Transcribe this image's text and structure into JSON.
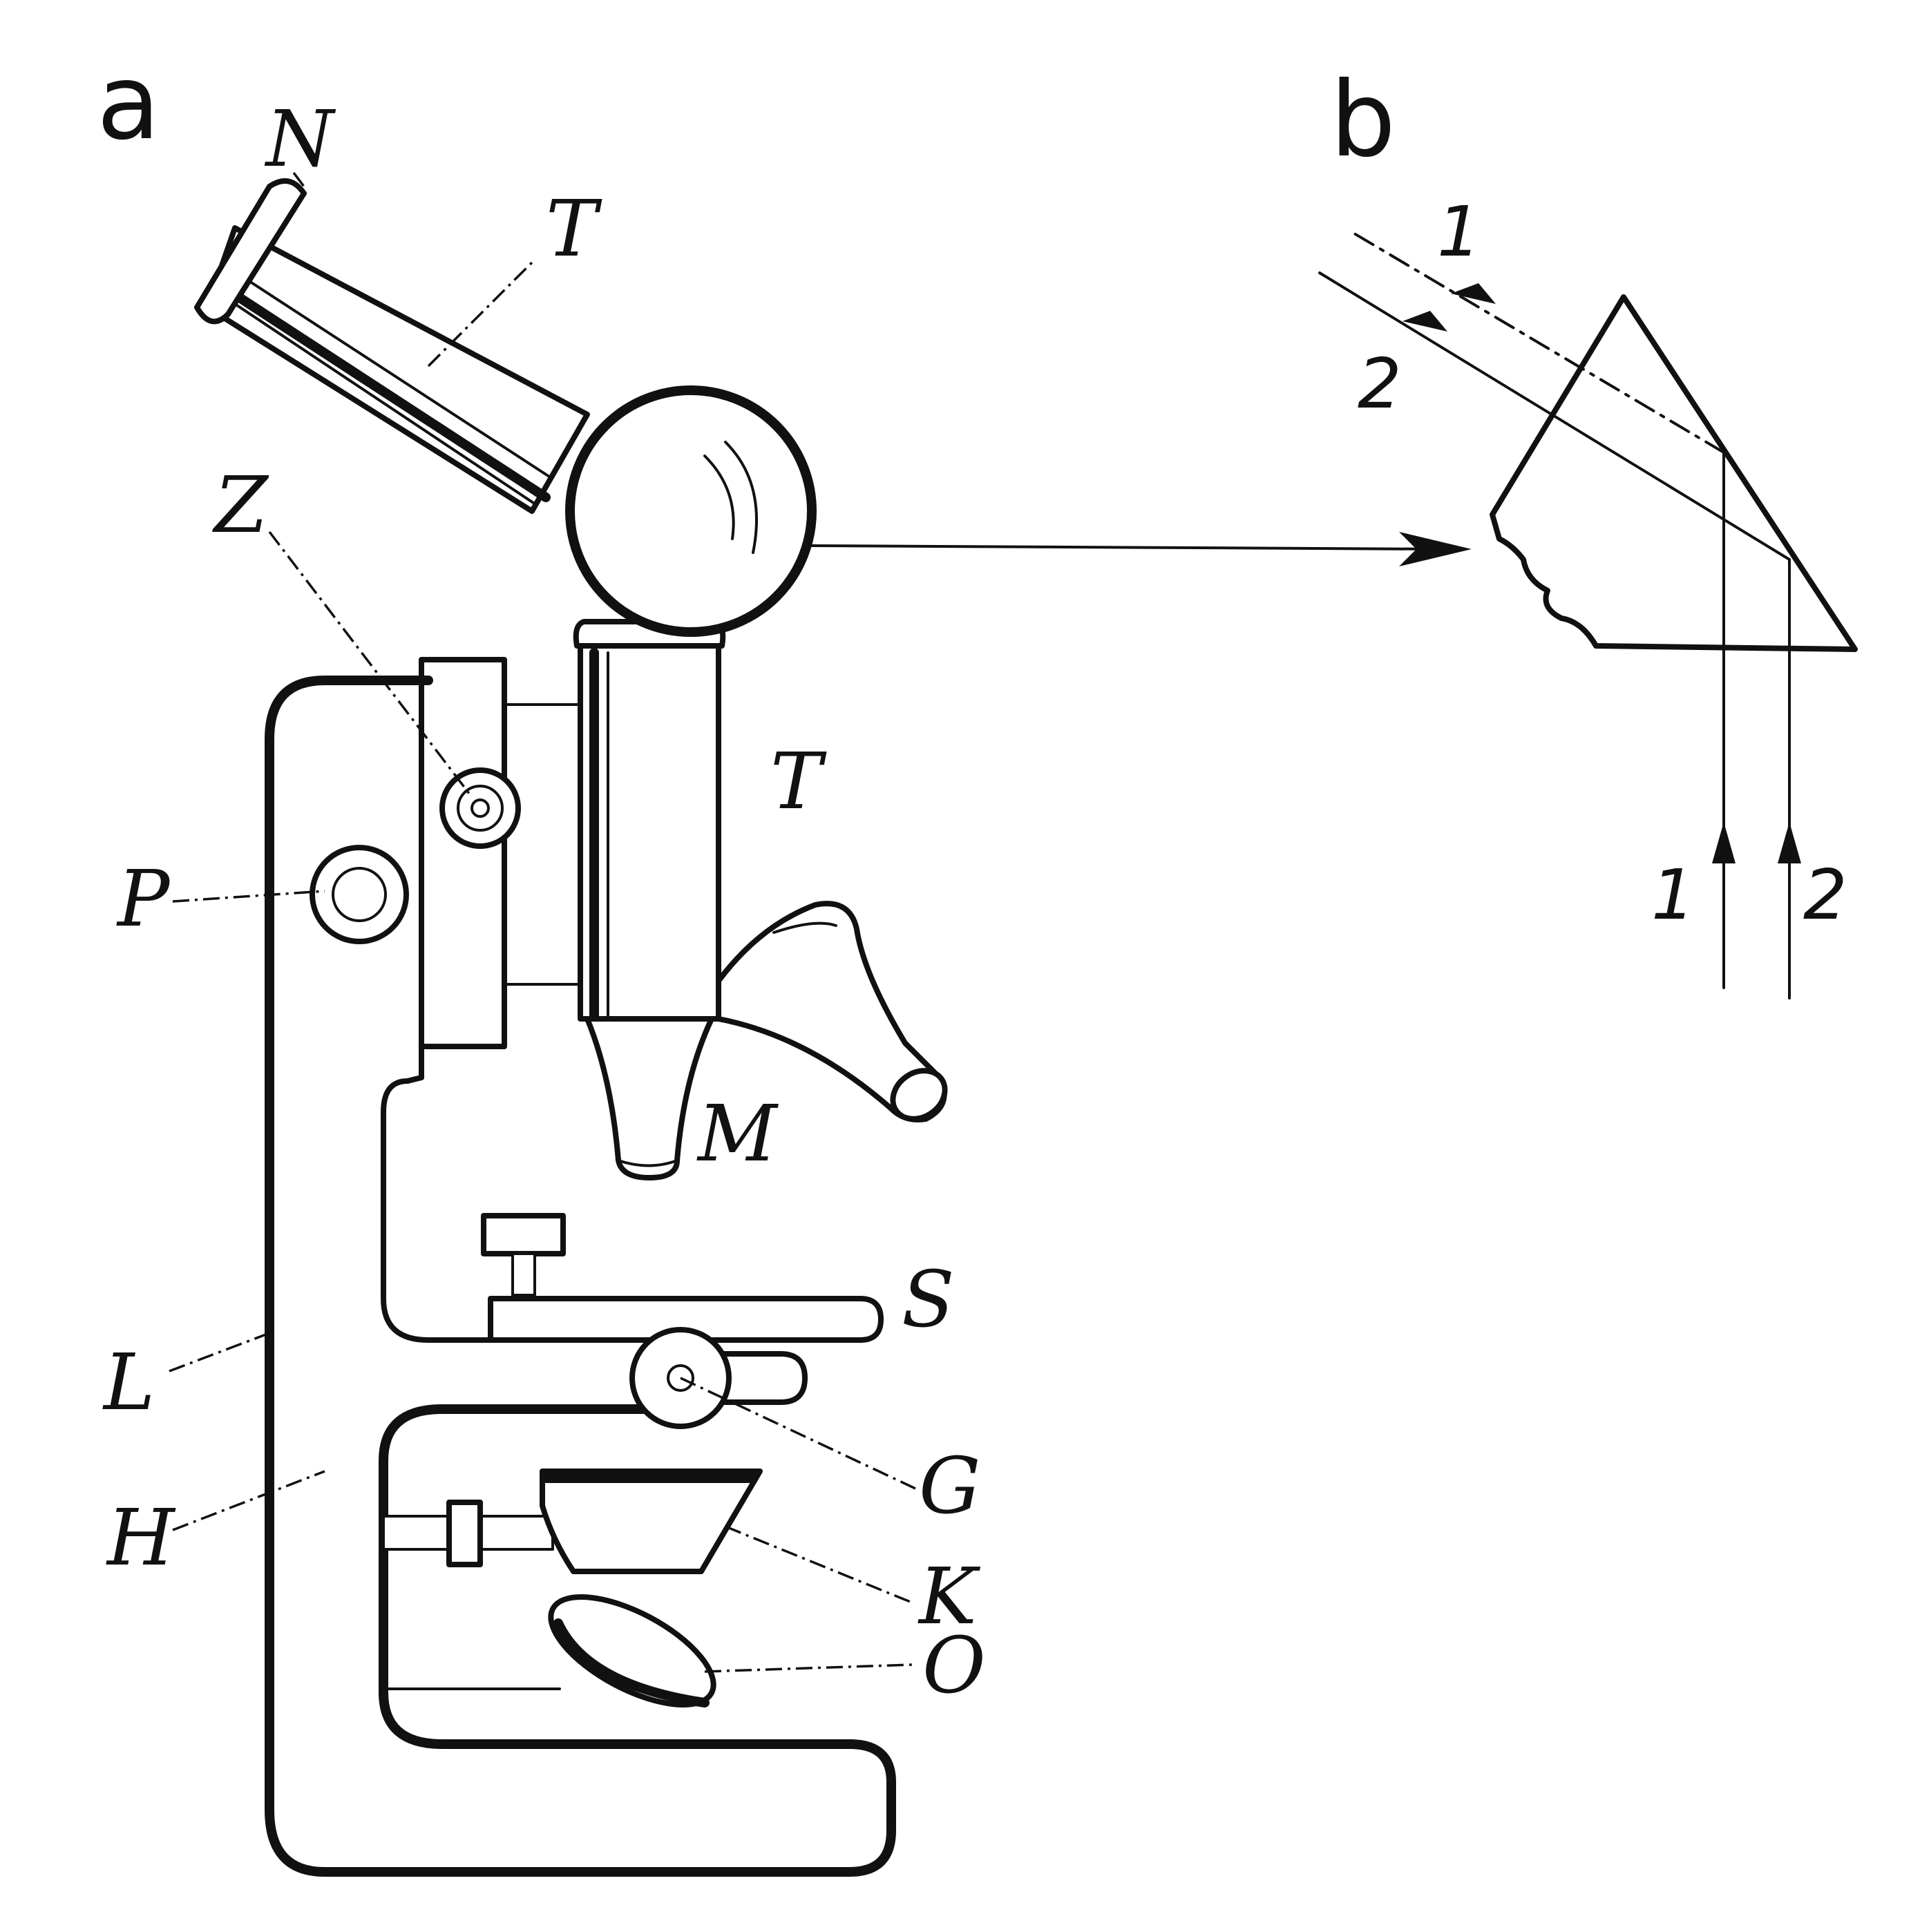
{
  "panels": {
    "a": "a",
    "b": "b"
  },
  "labels": {
    "N": "N",
    "T_eyepiece_tube": "T",
    "T_body_tube": "T",
    "Z": "Z",
    "P": "P",
    "M": "M",
    "S": "S",
    "L": "L",
    "H": "H",
    "G": "G",
    "K": "K",
    "O": "O"
  },
  "rays": {
    "out_1": "1",
    "out_2": "2",
    "in_1": "1",
    "in_2": "2"
  },
  "colors": {
    "ink": "#111111",
    "background": "#ffffff"
  }
}
